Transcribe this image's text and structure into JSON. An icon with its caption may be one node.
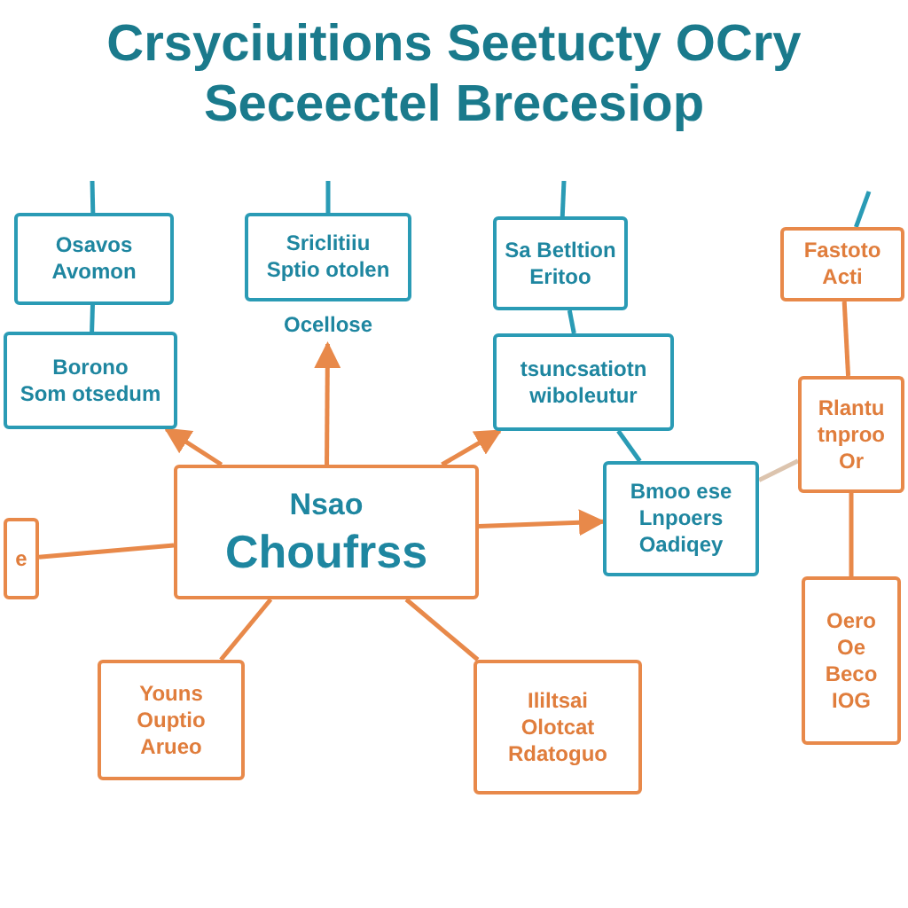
{
  "diagram": {
    "title": "Crsyciuitions Seetucty OCry Seceectel Brecesiop",
    "nodes": [
      {
        "text": [
          "Osavos",
          "Avomon"
        ]
      },
      {
        "text": [
          "Borono",
          "Som otsedum"
        ]
      },
      {
        "text": [
          "Sriclitiiu",
          "Sptio otolen"
        ],
        "beside": [
          "Ocellose"
        ]
      },
      {
        "text": [
          "Sa Betltion",
          "Eritoo"
        ]
      },
      {
        "text": [
          "tsuncsatiotn wiboleutur"
        ]
      },
      {
        "text": [
          "Fastoto",
          "Acti"
        ]
      },
      {
        "text": [
          "Rlantu",
          "tnproo",
          "Or"
        ]
      },
      {
        "text": [
          "Nsao",
          "Choufrss"
        ]
      },
      {
        "text": [
          "e"
        ]
      },
      {
        "text": [
          "Bmoo ese",
          "Lnpoers",
          "Oadiqey"
        ]
      },
      {
        "text": [
          "Youns",
          "Ouptio",
          "Arueo"
        ]
      },
      {
        "text": [
          "Ililtsai",
          "Olotcat",
          "Rdatoguo"
        ]
      },
      {
        "text": [
          "Oero",
          "Oe",
          "Beco",
          "IOG"
        ]
      }
    ],
    "edges": [
      {
        "from": 0,
        "to": null,
        "arrow": "none",
        "color": "#2a9bb5"
      },
      {
        "from": 2,
        "to": null,
        "arrow": "none",
        "color": "#2a9bb5"
      },
      {
        "from": 3,
        "to": null,
        "arrow": "none",
        "color": "#2a9bb5"
      },
      {
        "from": 5,
        "to": null,
        "arrow": "none",
        "color": "#2a9bb5"
      },
      {
        "from": 0,
        "to": 1,
        "arrow": "none",
        "color": "#2a9bb5"
      },
      {
        "from": 3,
        "to": 4,
        "arrow": "none",
        "color": "#2a9bb5"
      },
      {
        "from": 4,
        "to": 9,
        "arrow": "none",
        "color": "#2a9bb5"
      },
      {
        "from": 7,
        "to": 1,
        "arrow": "to"
      },
      {
        "from": 7,
        "to": 2,
        "arrow": "to"
      },
      {
        "from": 7,
        "to": 4,
        "arrow": "to"
      },
      {
        "from": 7,
        "to": 8,
        "arrow": "none"
      },
      {
        "from": 7,
        "to": 9,
        "arrow": "to"
      },
      {
        "from": 7,
        "to": 10,
        "arrow": "none"
      },
      {
        "from": 7,
        "to": 11,
        "arrow": "none"
      },
      {
        "from": 9,
        "to": 6,
        "arrow": "none",
        "color": "#dcc4ae"
      },
      {
        "from": 5,
        "to": 6,
        "arrow": "none"
      },
      {
        "from": 6,
        "to": 12,
        "arrow": "none"
      }
    ]
  }
}
